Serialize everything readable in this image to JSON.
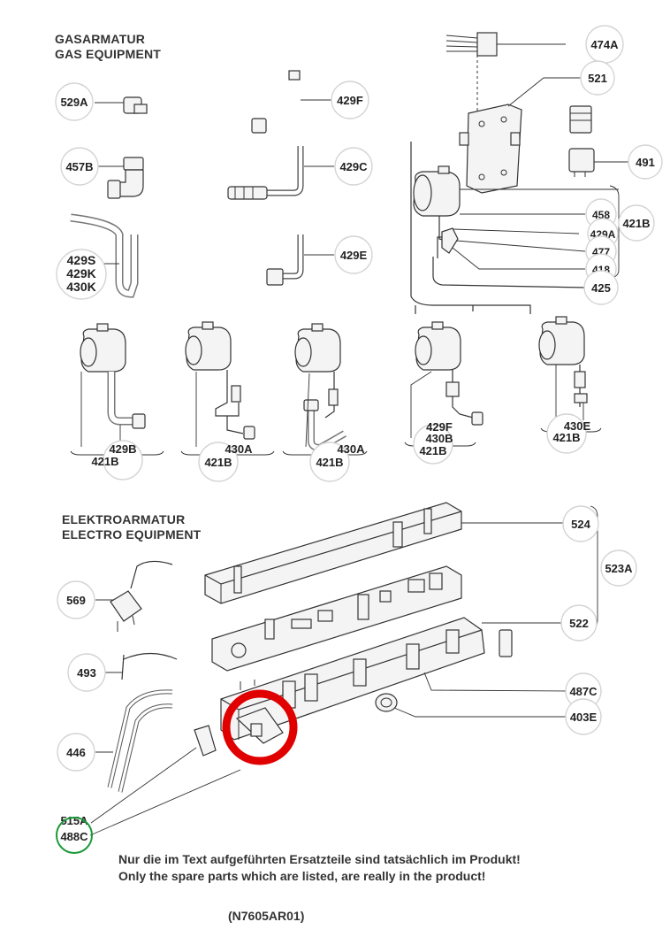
{
  "sections": {
    "gas": {
      "title_de": "GASARMATUR",
      "title_en": "GAS EQUIPMENT"
    },
    "electro": {
      "title_de": "ELEKTROARMATUR",
      "title_en": "ELECTRO EQUIPMENT"
    }
  },
  "labels": {
    "l529A": "529A",
    "l429F": "429F",
    "l457B": "457B",
    "l429C": "429C",
    "l429S": "429S",
    "l429K": "429K",
    "l430K": "430K",
    "l429E": "429E",
    "l474A": "474A",
    "l521": "521",
    "l491": "491",
    "l421B_top": "421B",
    "l458": "458",
    "l429A": "429A",
    "l477": "477",
    "l418": "418",
    "l425": "425",
    "v1_429B": "429B",
    "v1_421B": "421B",
    "v2_430A": "430A",
    "v2_421B": "421B",
    "v3_430A": "430A",
    "v3_421B": "421B",
    "v4_429F": "429F",
    "v4_430B": "430B",
    "v4_421B": "421B",
    "v5_430E": "430E",
    "v5_421B": "421B",
    "l524": "524",
    "l523A": "523A",
    "l522": "522",
    "l487C": "487C",
    "l403E": "403E",
    "l569": "569",
    "l493": "493",
    "l446": "446",
    "l515A": "515A",
    "l488C": "488C"
  },
  "highlight_colors": {
    "red_ring": "#e00000",
    "green_ring": "#1a9a3a"
  },
  "notes": {
    "de": "Nur die im Text aufgeführten Ersatzteile sind tatsächlich im Produkt!",
    "en": "Only the spare parts which are listed, are really in the product!"
  },
  "drawing_code": "(N7605AR01)"
}
